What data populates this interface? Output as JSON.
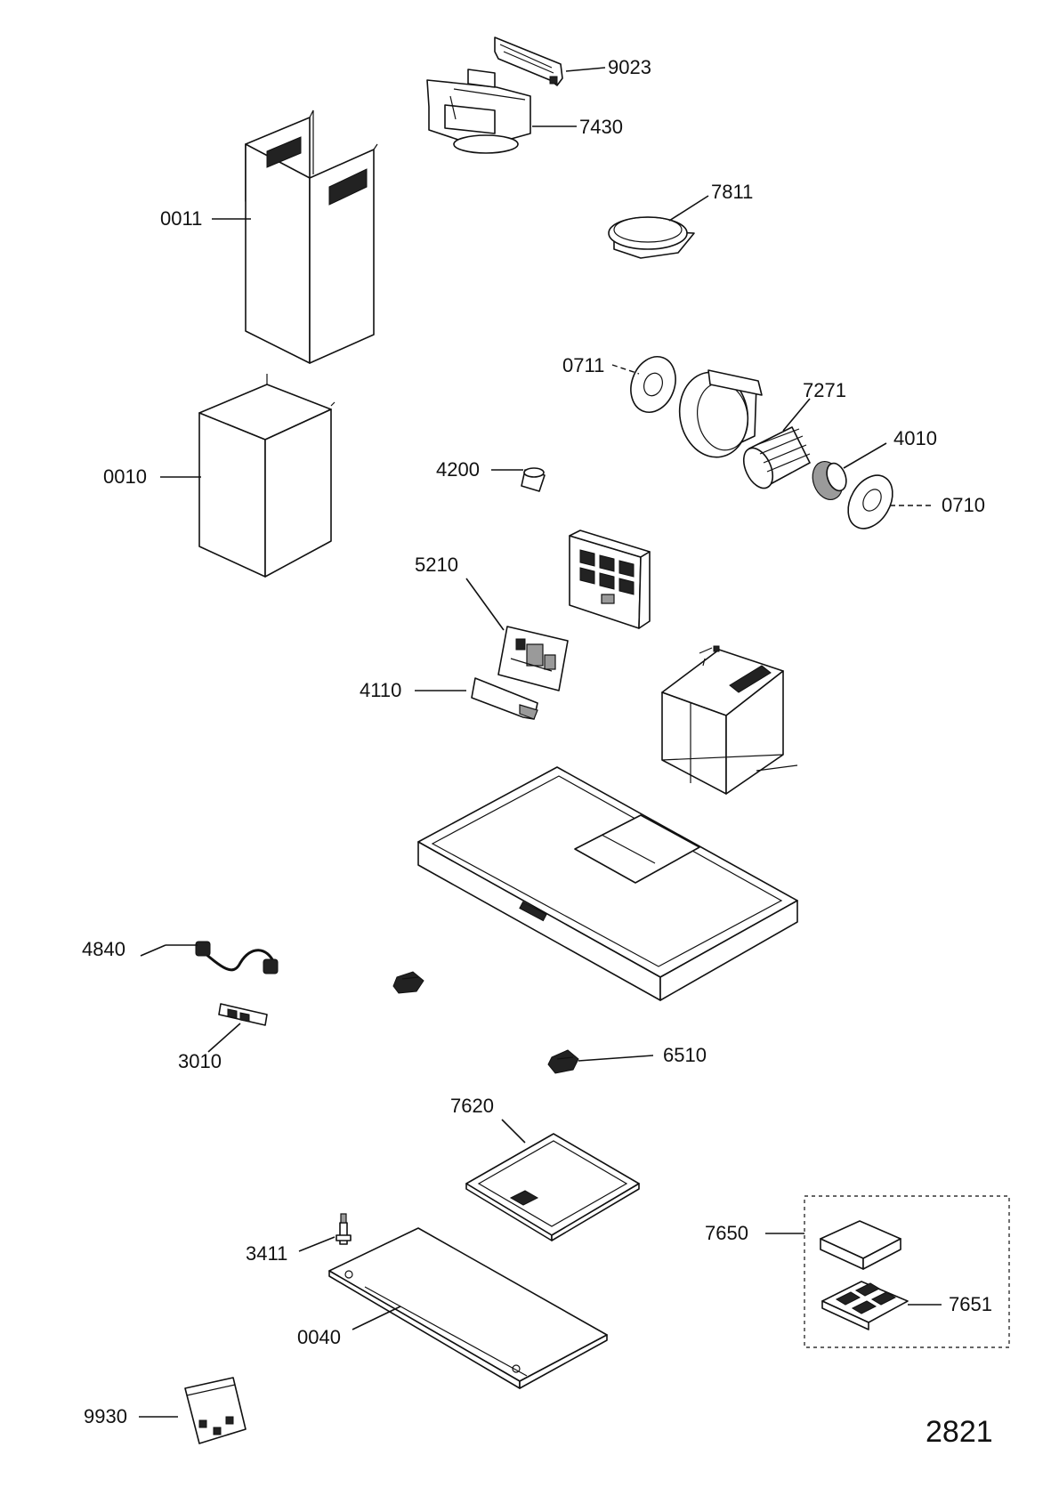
{
  "parts": {
    "p9023": "9023",
    "p7430": "7430",
    "p7811": "7811",
    "p0011": "0011",
    "p0711": "0711",
    "p7271": "7271",
    "p4010": "4010",
    "p0710": "0710",
    "p0010": "0010",
    "p4200": "4200",
    "p5210": "5210",
    "p4110": "4110",
    "p4840": "4840",
    "p3010": "3010",
    "p6510": "6510",
    "p7620": "7620",
    "p7650": "7650",
    "p7651": "7651",
    "p3411": "3411",
    "p0040": "0040",
    "p9930": "9930"
  },
  "sheet_number": "2821"
}
